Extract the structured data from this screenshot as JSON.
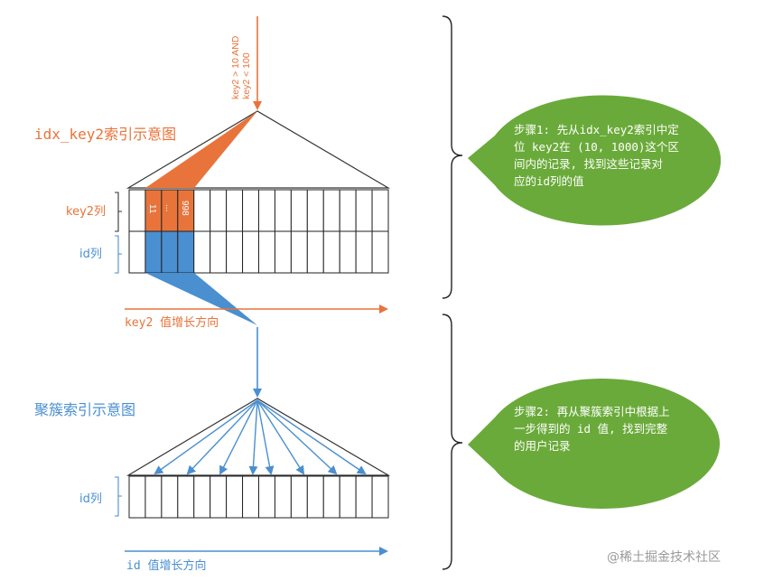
{
  "condition": {
    "line1": "key2 > 10 AND",
    "line2": "key2 < 100"
  },
  "secondary_index": {
    "title": "idx_key2索引示意图",
    "key2_row_label": "key2列",
    "id_row_label": "id列",
    "key2_values": [
      "11",
      "...",
      "998"
    ],
    "axis_label": "key2 值增长方向"
  },
  "clustered_index": {
    "title": "聚簇索引示意图",
    "id_row_label": "id列",
    "axis_label": "id 值增长方向"
  },
  "steps": [
    {
      "lines": [
        "步骤1: 先从idx_key2索引中定",
        "位 key2在 (10, 1000)这个区",
        "间内的记录, 找到这些记录对",
        "应的id列的值"
      ]
    },
    {
      "lines": [
        "步骤2: 再从聚簇索引中根据上",
        "一步得到的 id 值, 找到完整",
        "的用户记录"
      ]
    }
  ],
  "watermark": "@稀土掘金技术社区",
  "colors": {
    "orange": "#E8743B",
    "blue": "#4A8FD0",
    "green": "#6AAA3A",
    "line": "#333333"
  }
}
